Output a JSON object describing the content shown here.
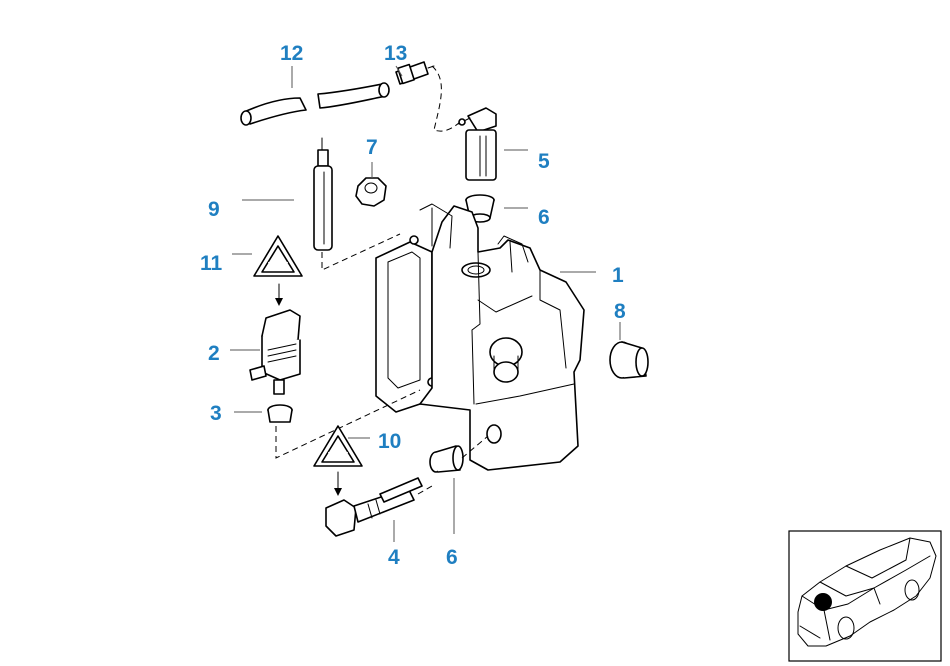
{
  "callouts": [
    {
      "id": "12",
      "label": "12"
    },
    {
      "id": "13",
      "label": "13"
    },
    {
      "id": "7",
      "label": "7"
    },
    {
      "id": "5",
      "label": "5"
    },
    {
      "id": "9",
      "label": "9"
    },
    {
      "id": "6a",
      "label": "6"
    },
    {
      "id": "11",
      "label": "11"
    },
    {
      "id": "1",
      "label": "1"
    },
    {
      "id": "8",
      "label": "8"
    },
    {
      "id": "2",
      "label": "2"
    },
    {
      "id": "3",
      "label": "3"
    },
    {
      "id": "10",
      "label": "10"
    },
    {
      "id": "4",
      "label": "4"
    },
    {
      "id": "6b",
      "label": "6"
    }
  ],
  "colors": {
    "callout": "#1f7fc1",
    "line": "#000000",
    "background": "#ffffff"
  }
}
